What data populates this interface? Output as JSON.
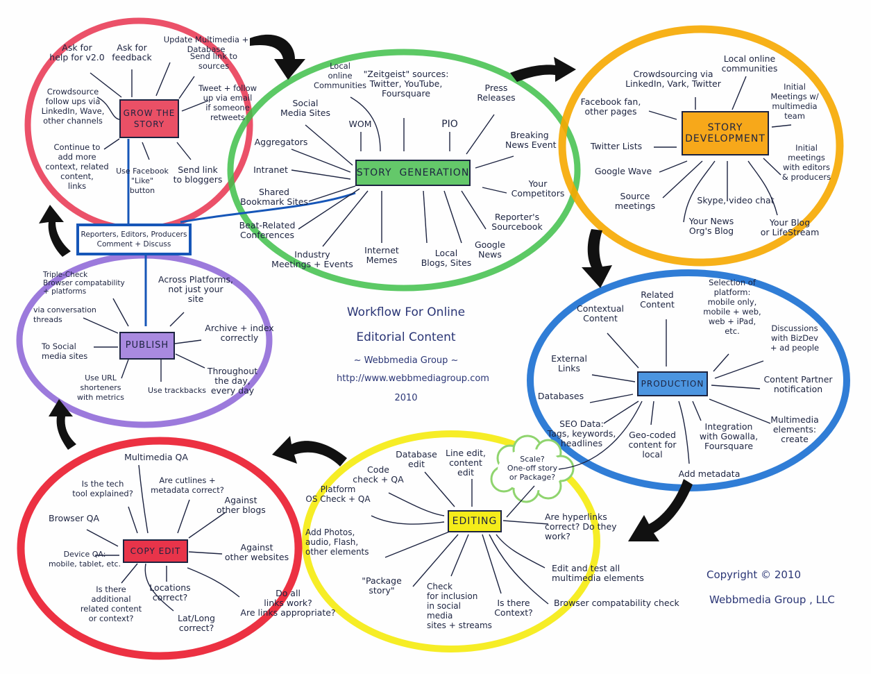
{
  "diagram": {
    "title_line1": "Workflow For Online",
    "title_line2": "Editorial Content",
    "author": "~ Webbmedia Group ~",
    "url": "http://www.webbmediagroup.com",
    "year": "2010",
    "copyright_line1": "Copyright © 2010",
    "copyright_line2": "Webbmedia Group , LLC"
  },
  "colors": {
    "grow": "#e8324f",
    "generation": "#3fbf4a",
    "development": "#f6a800",
    "production": "#1a6fd1",
    "editing": "#f5ec1a",
    "copyedit": "#ea1b2e",
    "publish": "#8b63d6",
    "reporters": "#1656b8",
    "ink": "#1c2340",
    "arrow": "#111111"
  },
  "stages": {
    "grow": {
      "label": "GROW THE\nSTORY",
      "inputs": [
        "Ask for\nhelp for v2.0",
        "Ask for\nfeedback",
        "Update Multimedia +\nDatabase",
        "Send link to\nsources",
        "Crowdsource\nfollow ups via\nLinkedIn, Wave,\nother channels",
        "Tweet + follow\nup via email\nif someone\nretweets",
        "Continue to\nadd more\ncontext, related\ncontent,\nlinks",
        "Use Facebook\n\"Like\"\nbutton",
        "Send link\nto bloggers"
      ]
    },
    "generation": {
      "label": "STORY  GENERATION",
      "inputs": [
        "Local\nonline\nCommunities",
        "\"Zeitgeist\" sources:\nTwitter, YouTube,\nFoursquare",
        "Press\nReleases",
        "Social\nMedia Sites",
        "WOM",
        "PIO",
        "Breaking\nNews Event",
        "Aggregators",
        "Intranet",
        "Your\nCompetitors",
        "Shared\nBookmark Sites",
        "Reporter's\nSourcebook",
        "Beat-Related\nConferences",
        "Industry\nMeetings + Events",
        "Internet\nMemes",
        "Local\nBlogs, Sites",
        "Google\nNews"
      ]
    },
    "development": {
      "label": "STORY\nDEVELOPMENT",
      "inputs": [
        "Local online\ncommunities",
        "Crowdsourcing via\nLinkedIn, Vark, Twitter",
        "Initial\nMeetings w/\nmultimedia\nteam",
        "Facebook fan,\nother pages",
        "Twitter Lists",
        "Initial\nmeetings\nwith editors\n& producers",
        "Google Wave",
        "Source\nmeetings",
        "Skype, video chat",
        "Your News\nOrg's Blog",
        "Your Blog\nor LifeStream"
      ]
    },
    "production": {
      "label": "PRODUCTION",
      "inputs": [
        "Contextual\nContent",
        "Related\nContent",
        "Selection of\nplatform:\nmobile only,\nmobile + web,\nweb + iPad,\netc.",
        "Discussions\nwith BizDev\n+ ad people",
        "External\nLinks",
        "Content Partner\nnotification",
        "Databases",
        "SEO Data:\nTags, keywords,\nheadlines",
        "Geo-coded\ncontent for\nlocal",
        "Integration\nwith Gowalla,\nFoursquare",
        "Multimedia\nelements:\ncreate",
        "Add metadata"
      ]
    },
    "editing": {
      "label": "EDITING",
      "cloud": "Scale?\nOne-off story\nor Package?",
      "inputs": [
        "Code\ncheck + QA",
        "Database\nedit",
        "Line edit,\ncontent\nedit",
        "Platform\nOS Check + QA",
        "Add Photos,\naudio, Flash,\nother elements",
        "Are hyperlinks\ncorrect? Do they\nwork?",
        "\"Package\nstory\"",
        "Check\nfor inclusion\nin social\nmedia\nsites + streams",
        "Is there\nContext?",
        "Edit and test all\nmultimedia elements",
        "Browser compatability check"
      ]
    },
    "copyedit": {
      "label": "COPY EDIT",
      "inputs": [
        "Multimedia QA",
        "Is the tech\ntool explained?",
        "Are cutlines +\nmetadata correct?",
        "Against\nother blogs",
        "Browser QA",
        "Device QA:\nmobile, tablet, etc.",
        "Against\nother websites",
        "Is there\nadditional\nrelated content\nor context?",
        "Locations\ncorrect?",
        "Lat/Long\ncorrect?",
        "Do all\nlinks work?\nAre links appropriate?"
      ]
    },
    "publish": {
      "label": "PUBLISH",
      "inputs": [
        "Triple-Check\nBrowser compatability\n+ platforms",
        "Across Platforms,\nnot just your\nsite",
        "via conversation\nthreads",
        "Archive + index\ncorrectly",
        "To Social\nmedia sites",
        "Throughout\nthe day,\nevery day",
        "Use URL\nshorteners\nwith metrics",
        "Use trackbacks"
      ]
    },
    "reporters": {
      "label": "Reporters, Editors, Producers\nComment + Discuss"
    }
  }
}
